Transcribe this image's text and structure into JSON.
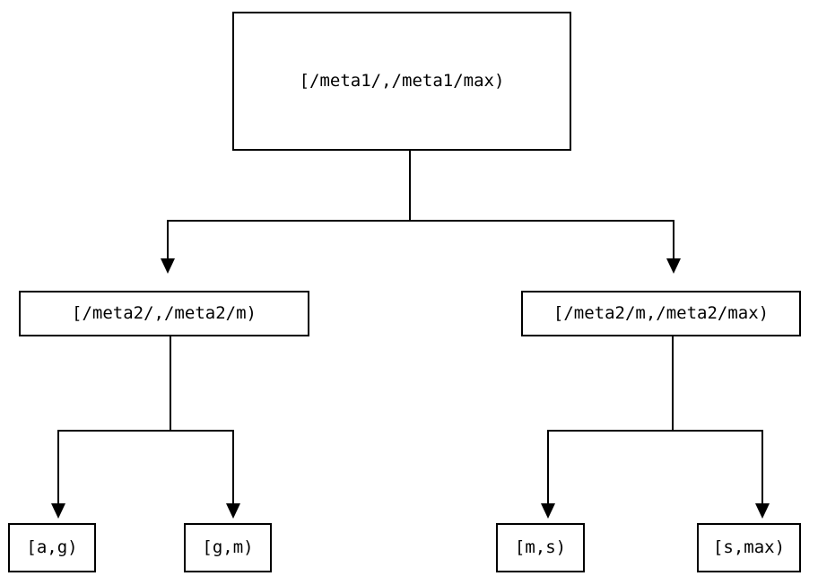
{
  "diagram": {
    "type": "tree",
    "title": "",
    "background_color": "#ffffff",
    "line_color": "#000000",
    "text_color": "#000000",
    "nodes": {
      "root": {
        "label": "[/meta1/,/meta1/max)"
      },
      "middle_left": {
        "label": "[/meta2/,/meta2/m)"
      },
      "middle_right": {
        "label": "[/meta2/m,/meta2/max)"
      },
      "leaves": [
        {
          "label": "[a,g)"
        },
        {
          "label": "[g,m)"
        },
        {
          "label": "[m,s)"
        },
        {
          "label": "[s,max)"
        }
      ]
    },
    "edges": [
      {
        "from": "root",
        "to": "middle_left",
        "arrow": "down"
      },
      {
        "from": "root",
        "to": "middle_right",
        "arrow": "down"
      },
      {
        "from": "middle_left",
        "to": "leaf_a_g",
        "arrow": "down"
      },
      {
        "from": "middle_left",
        "to": "leaf_g_m",
        "arrow": "down"
      },
      {
        "from": "middle_right",
        "to": "leaf_m_s",
        "arrow": "down"
      },
      {
        "from": "middle_right",
        "to": "leaf_s_max",
        "arrow": "down"
      }
    ]
  }
}
